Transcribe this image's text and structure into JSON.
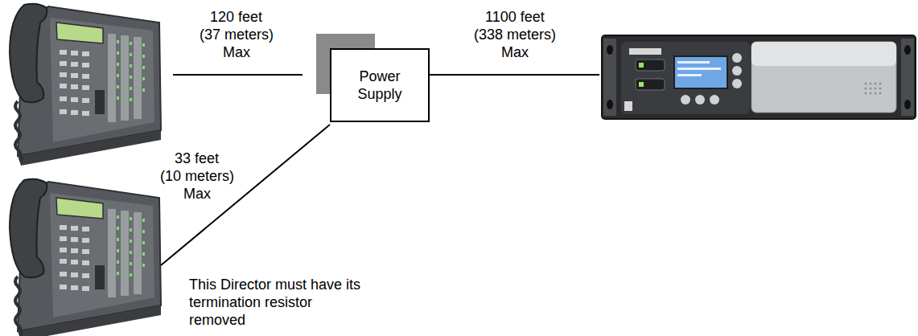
{
  "diagram": {
    "nodes": [
      {
        "text": [
          "Power Supply"
        ]
      }
    ],
    "labels": [
      "120 feet",
      "(37 meters)",
      "Max",
      "1100 feet",
      "(338 meters)",
      "Max",
      "33 feet",
      "(10 meters)",
      "Max",
      "This Director must have its termination resistor removed"
    ]
  }
}
